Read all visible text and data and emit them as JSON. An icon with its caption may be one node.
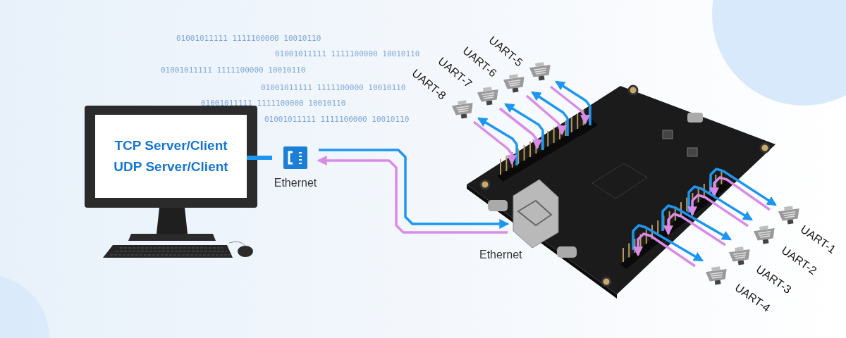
{
  "diagram": {
    "nodes": [
      {
        "text": [
          "TCP Server/Client",
          "UDP Server/Client"
        ]
      },
      {
        "text": [
          "Ethernet"
        ]
      },
      {
        "text": [],
        "shape": "picture",
        "beside": [
          "Ethernet"
        ]
      },
      {
        "text": [
          "UART-5"
        ]
      },
      {
        "text": [
          "UART-6"
        ]
      },
      {
        "text": [
          "UART-7"
        ]
      },
      {
        "text": [
          "UART-8"
        ]
      },
      {
        "text": [
          "UART-1"
        ]
      },
      {
        "text": [
          "UART-2"
        ]
      },
      {
        "text": [
          "UART-3"
        ]
      },
      {
        "text": [
          "UART-4"
        ]
      }
    ],
    "edges": [
      {
        "from": 0,
        "to": 1,
        "arrow": "none"
      },
      {
        "from": 1,
        "to": 2,
        "arrow": "to"
      },
      {
        "from": 2,
        "to": 1,
        "arrow": "to",
        "color": "#d98be8"
      },
      {
        "from": 2,
        "to": 3,
        "arrow": "to"
      },
      {
        "from": 3,
        "to": 2,
        "arrow": "to",
        "color": "#d98be8"
      },
      {
        "from": 2,
        "to": 4,
        "arrow": "to"
      },
      {
        "from": 4,
        "to": 2,
        "arrow": "to",
        "color": "#d98be8"
      },
      {
        "from": 2,
        "to": 5,
        "arrow": "to"
      },
      {
        "from": 5,
        "to": 2,
        "arrow": "to",
        "color": "#d98be8"
      },
      {
        "from": 2,
        "to": 6,
        "arrow": "to"
      },
      {
        "from": 6,
        "to": 2,
        "arrow": "to",
        "color": "#d98be8"
      },
      {
        "from": 2,
        "to": 7,
        "arrow": "to"
      },
      {
        "from": 7,
        "to": 2,
        "arrow": "to",
        "color": "#d98be8"
      },
      {
        "from": 2,
        "to": 8,
        "arrow": "to"
      },
      {
        "from": 8,
        "to": 2,
        "arrow": "to",
        "color": "#d98be8"
      },
      {
        "from": 2,
        "to": 9,
        "arrow": "to"
      },
      {
        "from": 9,
        "to": 2,
        "arrow": "to",
        "color": "#d98be8"
      },
      {
        "from": 2,
        "to": 10,
        "arrow": "to"
      },
      {
        "from": 10,
        "to": 2,
        "arrow": "to",
        "color": "#d98be8"
      }
    ],
    "labels": [
      "01001011111 1111100000 10010110",
      "01001011111 1111100000 10010110",
      "01001011111 1111100000 10010110",
      "01001011111 1111100000 10010110",
      "01001011111 1111100000 10010110",
      "01001011111 1111100000 10010110"
    ]
  }
}
